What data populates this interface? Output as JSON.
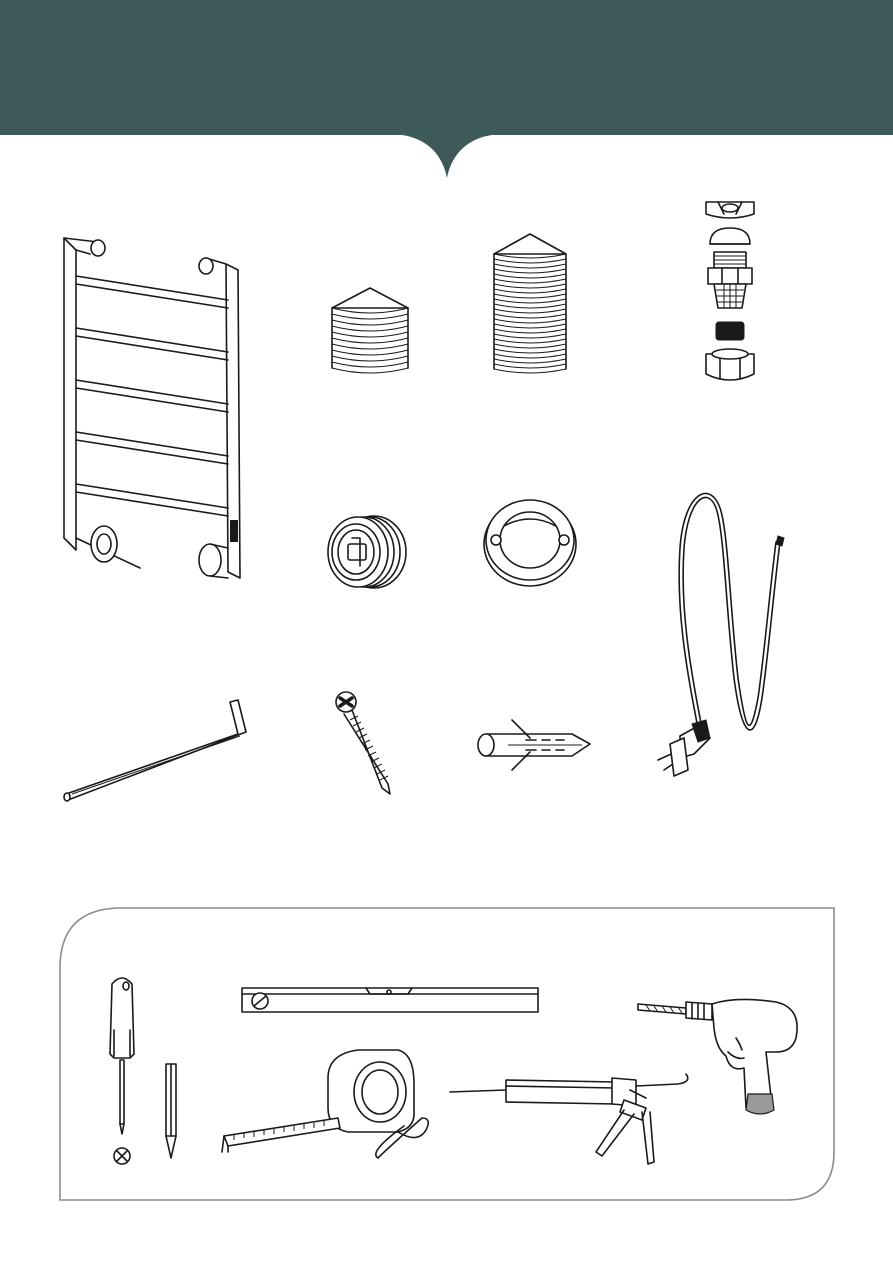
{
  "page": {
    "header_color": "#3d5a58",
    "panel_border_color": "#8c8c8c"
  },
  "parts": [
    {
      "id": "towel-rail",
      "icon": "towel-rail-icon"
    },
    {
      "id": "short-screw-cap",
      "icon": "threaded-cap-short-icon"
    },
    {
      "id": "long-screw-cap",
      "icon": "threaded-cap-long-icon"
    },
    {
      "id": "cable-gland",
      "icon": "cable-gland-icon"
    },
    {
      "id": "wall-bracket",
      "icon": "wall-bracket-icon"
    },
    {
      "id": "cover-ring",
      "icon": "cover-ring-icon"
    },
    {
      "id": "power-cable",
      "icon": "power-cable-plug-icon"
    },
    {
      "id": "allen-key",
      "icon": "allen-key-icon"
    },
    {
      "id": "screw",
      "icon": "screw-icon"
    },
    {
      "id": "wall-plug",
      "icon": "wall-plug-icon"
    }
  ],
  "tools": [
    {
      "id": "screwdriver",
      "icon": "phillips-screwdriver-icon"
    },
    {
      "id": "pencil",
      "icon": "pencil-icon"
    },
    {
      "id": "spirit-level",
      "icon": "spirit-level-icon"
    },
    {
      "id": "tape-measure",
      "icon": "tape-measure-icon"
    },
    {
      "id": "sealant-gun",
      "icon": "caulking-gun-icon"
    },
    {
      "id": "drill",
      "icon": "power-drill-icon"
    }
  ]
}
